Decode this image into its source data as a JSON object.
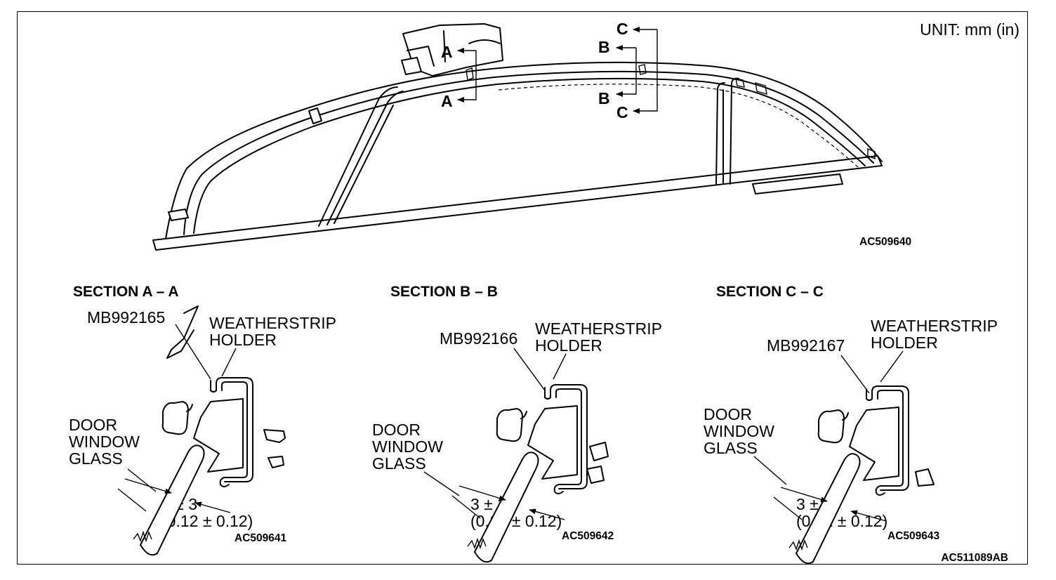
{
  "unit_label": "UNIT: mm (in)",
  "main_view": {
    "code": "AC509640",
    "markers": {
      "a": "A",
      "b": "B",
      "c": "C"
    }
  },
  "sections": [
    {
      "title": "SECTION A – A",
      "tool": "MB992165",
      "holder_line1": "WEATHERSTRIP",
      "holder_line2": "HOLDER",
      "glass_line1": "DOOR",
      "glass_line2": "WINDOW",
      "glass_line3": "GLASS",
      "dim_mm": "3 ± 3",
      "dim_in": "(0.12 ± 0.12)",
      "code": "AC509641"
    },
    {
      "title": "SECTION B – B",
      "tool": "MB992166",
      "holder_line1": "WEATHERSTRIP",
      "holder_line2": "HOLDER",
      "glass_line1": "DOOR",
      "glass_line2": "WINDOW",
      "glass_line3": "GLASS",
      "dim_mm": "3 ± 3",
      "dim_in": "(0.12 ± 0.12)",
      "code": "AC509642"
    },
    {
      "title": "SECTION C – C",
      "tool": "MB992167",
      "holder_line1": "WEATHERSTRIP",
      "holder_line2": "HOLDER",
      "glass_line1": "DOOR",
      "glass_line2": "WINDOW",
      "glass_line3": "GLASS",
      "dim_mm": "3 ± 3",
      "dim_in": "(0.12 ± 0.12)",
      "code": "AC509643"
    }
  ],
  "figure_code": "AC511089AB"
}
